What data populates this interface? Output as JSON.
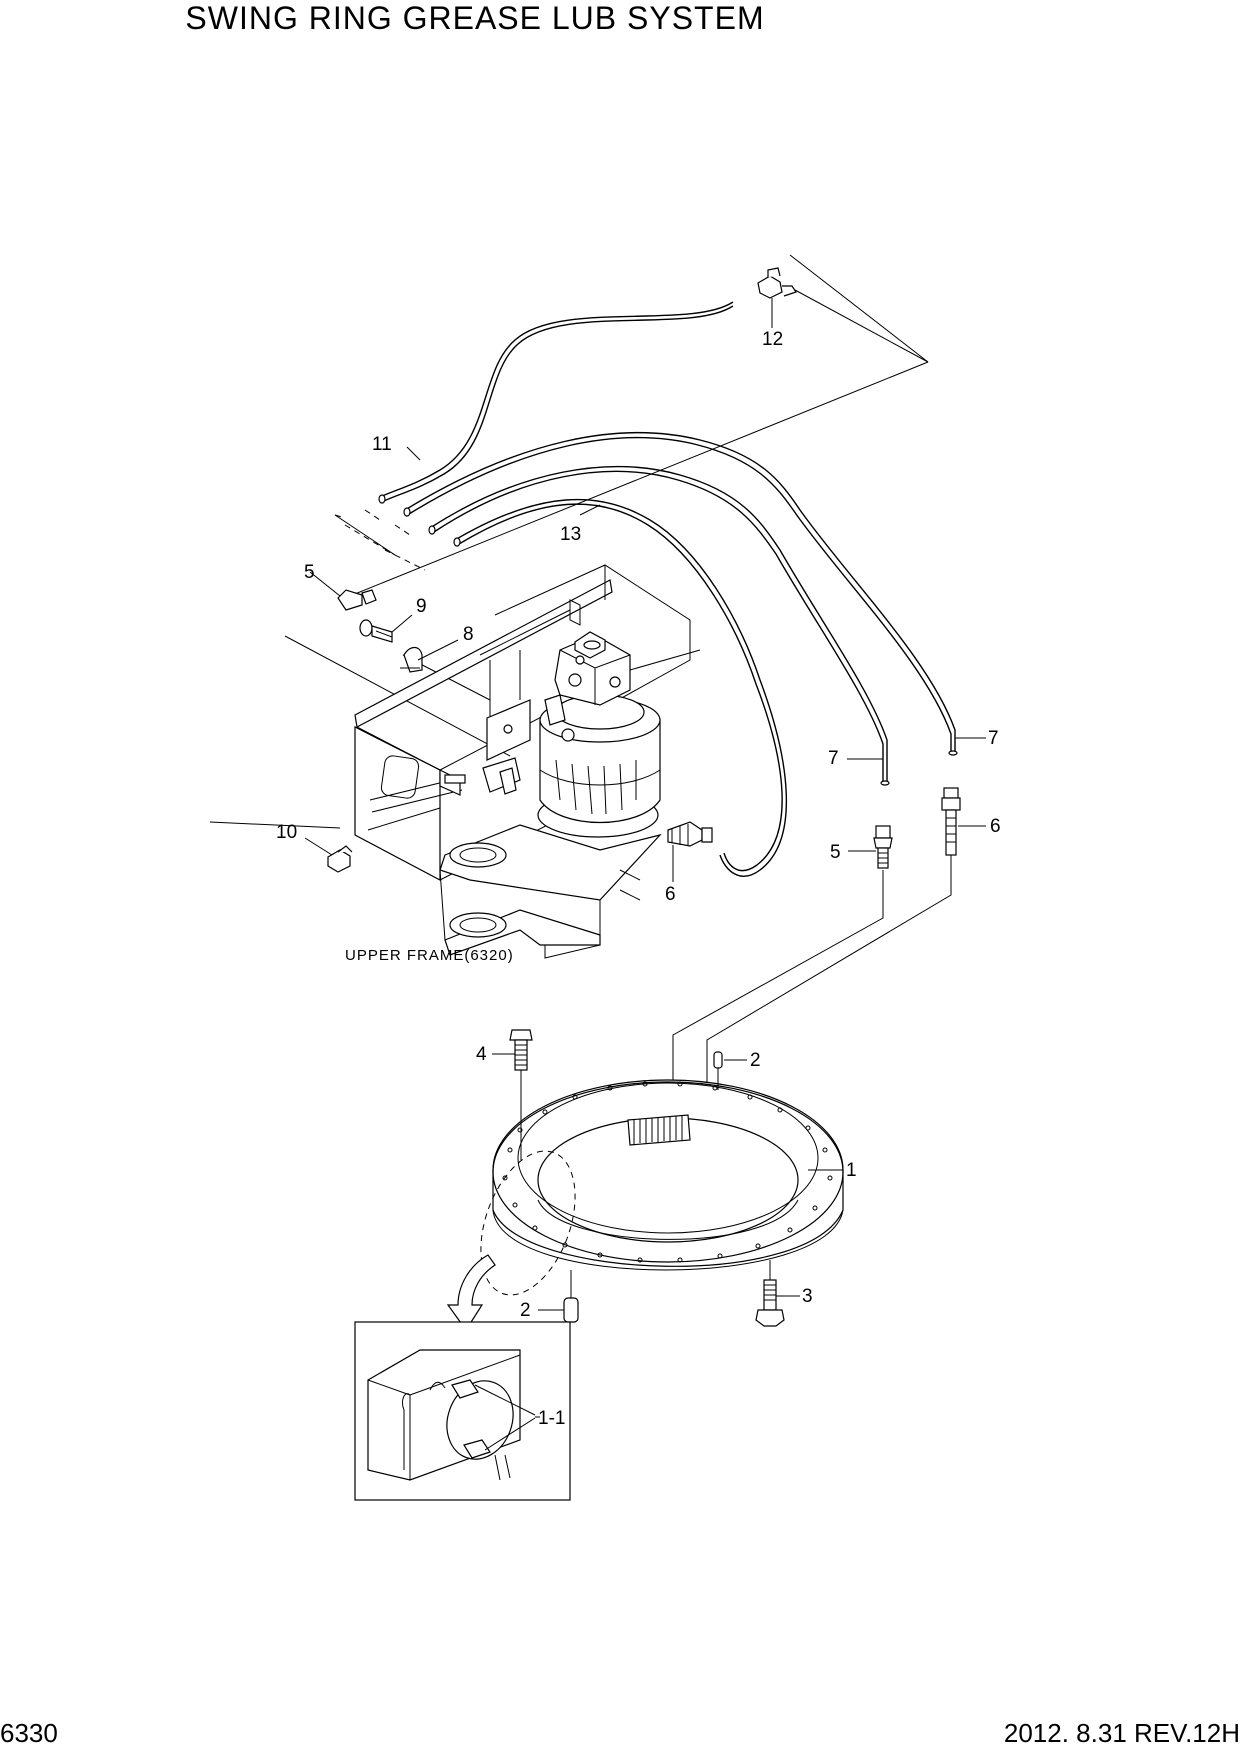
{
  "title": "SWING RING GREASE LUB SYSTEM",
  "footer": {
    "page_number": "6330",
    "revision": "2012. 8.31  REV.12H"
  },
  "caption": "UPPER FRAME(6320)",
  "callouts": {
    "c1": "1",
    "c1_1": "1-1",
    "c2a": "2",
    "c2b": "2",
    "c3": "3",
    "c4": "4",
    "c5a": "5",
    "c5b": "5",
    "c6a": "6",
    "c6b": "6",
    "c7a": "7",
    "c7b": "7",
    "c8": "8",
    "c9": "9",
    "c10": "10",
    "c11": "11",
    "c12": "12",
    "c13": "13"
  }
}
